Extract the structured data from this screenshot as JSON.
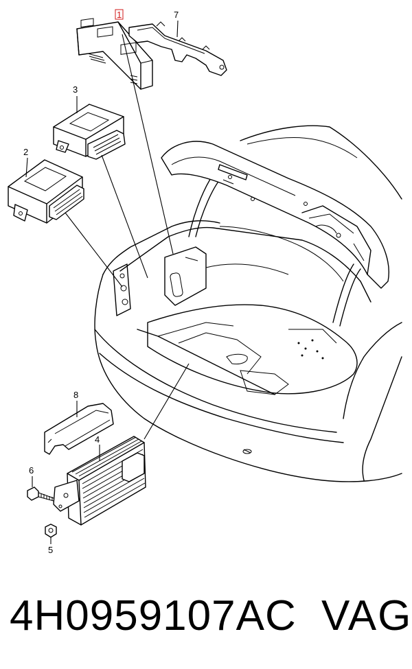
{
  "diagram": {
    "callouts": [
      {
        "id": "c1",
        "label": "1",
        "highlighted": true
      },
      {
        "id": "c2",
        "label": "2",
        "highlighted": false
      },
      {
        "id": "c3",
        "label": "3",
        "highlighted": false
      },
      {
        "id": "c4",
        "label": "4",
        "highlighted": false
      },
      {
        "id": "c5",
        "label": "5",
        "highlighted": false
      },
      {
        "id": "c6",
        "label": "6",
        "highlighted": false
      },
      {
        "id": "c7",
        "label": "7",
        "highlighted": false
      },
      {
        "id": "c8",
        "label": "8",
        "highlighted": false
      }
    ],
    "highlight_color": "#d11a1a"
  },
  "footer": {
    "part_number": "4H0959107AC",
    "brand": "VAG"
  }
}
